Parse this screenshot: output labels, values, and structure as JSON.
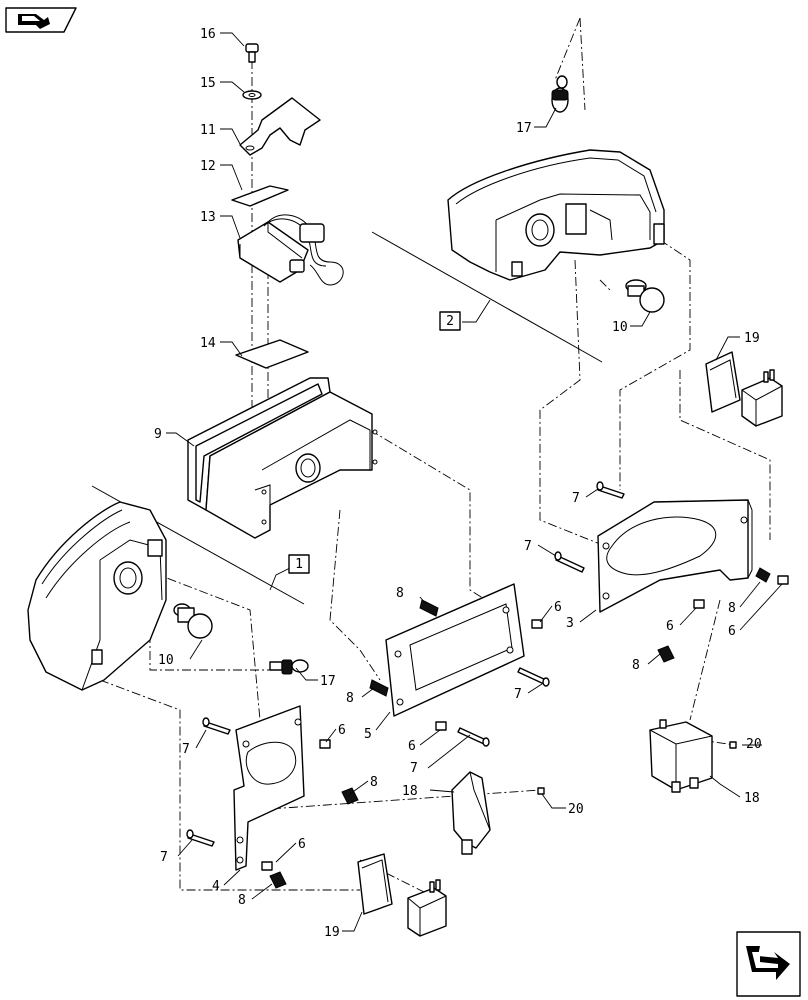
{
  "nav": {
    "back_icon": "nav-back-arrow-icon",
    "next_icon": "nav-next-arrow-icon"
  },
  "callouts": {
    "c16": "16",
    "c15": "15",
    "c11": "11",
    "c12": "12",
    "c13": "13",
    "c14": "14",
    "c9": "9",
    "c17_top": "17",
    "c10_top": "10",
    "c2": "2",
    "c19_top": "19",
    "c7_a": "7",
    "c7_b": "7",
    "c3": "3",
    "c6_a": "6",
    "c8_a": "8",
    "c6_b": "6",
    "c8_b": "8",
    "c1": "1",
    "c10_left": "10",
    "c17_left": "17",
    "c8_c": "8",
    "c6_c": "6",
    "c5": "5",
    "c8_d": "8",
    "c6_d": "6",
    "c7_c": "7",
    "c7_d": "7",
    "c6_e": "6",
    "c7_e": "7",
    "c8_e": "8",
    "c18_mid": "18",
    "c20_mid": "20",
    "c7_f": "7",
    "c6_f": "6",
    "c4": "4",
    "c8_f": "8",
    "c20_right": "20",
    "c18_right": "18",
    "c19_bottom": "19"
  }
}
